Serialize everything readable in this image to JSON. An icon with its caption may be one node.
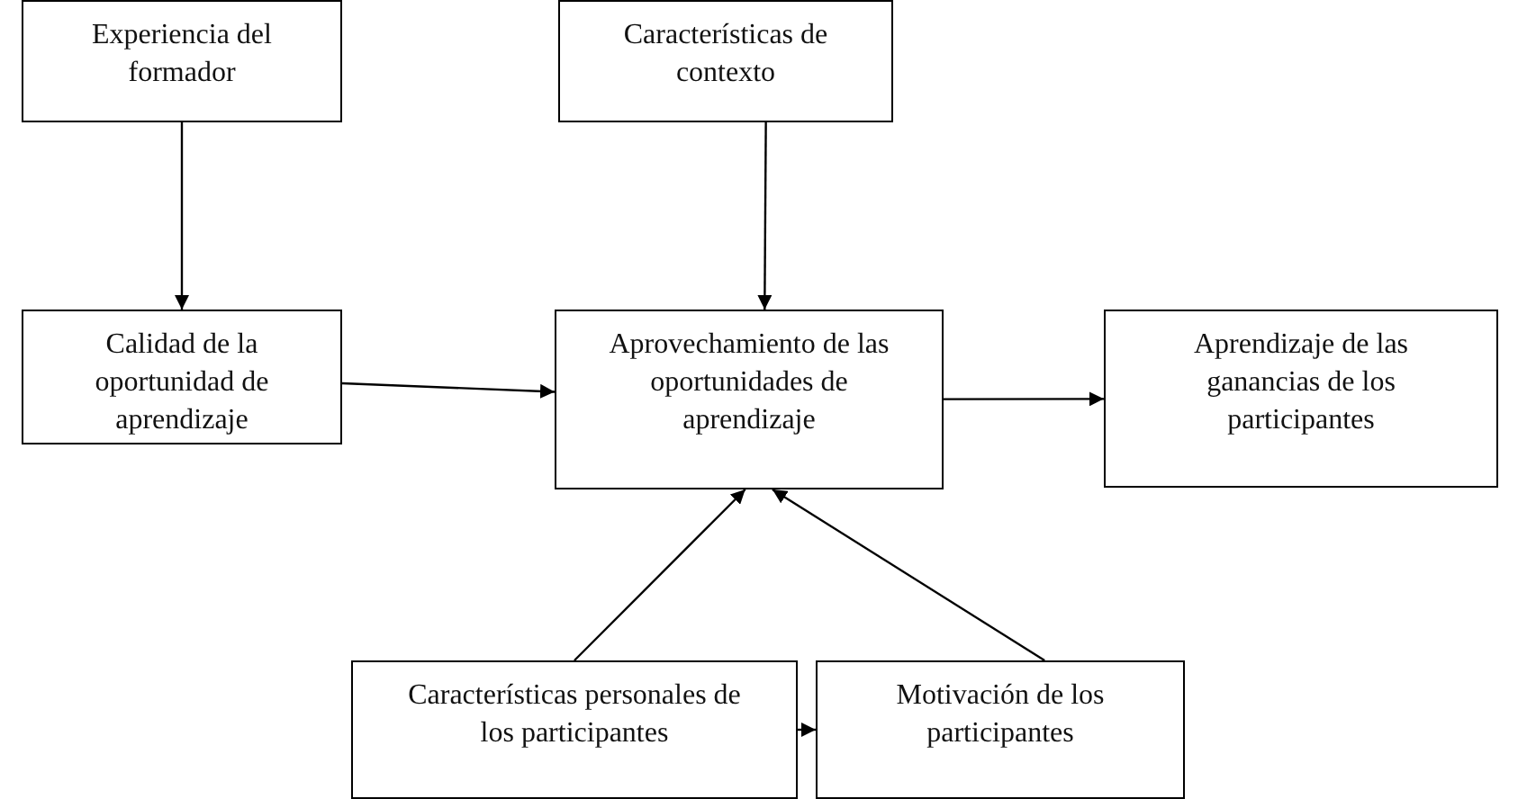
{
  "diagram": {
    "nodes": [
      {
        "text": [
          "Experiencia del formador"
        ]
      },
      {
        "text": [
          "Características de contexto"
        ]
      },
      {
        "text": [
          "Calidad de la oportunidad de aprendizaje"
        ]
      },
      {
        "text": [
          "Aprovechamiento de las oportunidades de aprendizaje"
        ]
      },
      {
        "text": [
          "Aprendizaje de las ganancias de los participantes"
        ]
      },
      {
        "text": [
          "Características personales de los participantes"
        ]
      },
      {
        "text": [
          "Motivación de los participantes"
        ]
      }
    ],
    "edges": [
      {
        "from": 0,
        "to": 2,
        "arrow": "to"
      },
      {
        "from": 1,
        "to": 3,
        "arrow": "to"
      },
      {
        "from": 2,
        "to": 3,
        "arrow": "to"
      },
      {
        "from": 3,
        "to": 4,
        "arrow": "to"
      },
      {
        "from": 5,
        "to": 3,
        "arrow": "to"
      },
      {
        "from": 6,
        "to": 3,
        "arrow": "to"
      },
      {
        "from": 5,
        "to": 6,
        "arrow": "to"
      }
    ]
  }
}
